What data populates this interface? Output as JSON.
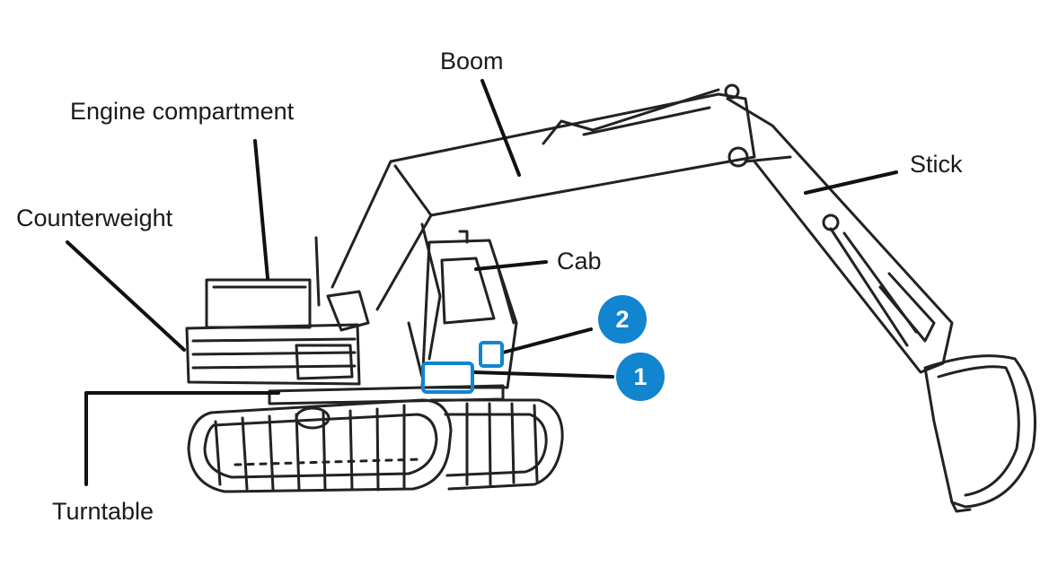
{
  "labels": {
    "boom": "Boom",
    "engine_compartment": "Engine compartment",
    "counterweight": "Counterweight",
    "stick": "Stick",
    "cab": "Cab",
    "turntable": "Turntable"
  },
  "callouts": [
    {
      "number": "1"
    },
    {
      "number": "2"
    }
  ],
  "colors": {
    "callout": "#1185cf",
    "highlight": "#1185cf",
    "line": "#111111"
  }
}
